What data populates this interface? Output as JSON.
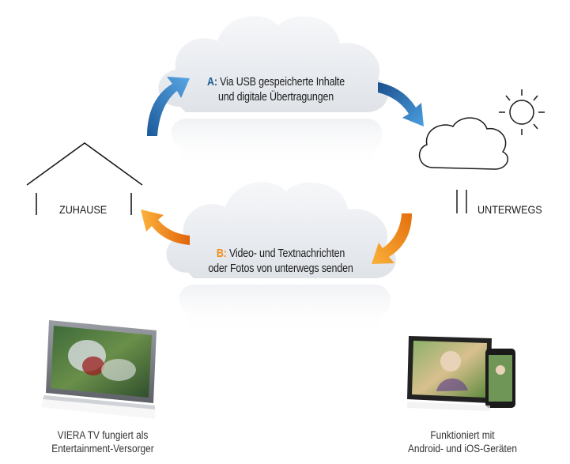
{
  "upload_label": {
    "key": "A:",
    "line1": "Via USB gespeicherte Inhalte",
    "line2": "und digitale Übertragungen"
  },
  "send_label": {
    "key": "B:",
    "line1": "Video- und Textnachrichten",
    "line2": "oder Fotos von unterwegs senden"
  },
  "home_label": "ZUHAUSE",
  "away_label": "UNTERWEGS",
  "tv_caption": {
    "line1": "VIERA TV fungiert als",
    "line2": "Entertainment-Versorger"
  },
  "device_caption": {
    "line1": "Funktioniert mit",
    "line2": "Android- und iOS-Geräten"
  },
  "colors": {
    "arrow_a": "#2f7fc6",
    "arrow_b": "#f28a12",
    "key_a": "#1f5d93",
    "key_b": "#f0901a"
  },
  "icons": [
    "house-icon",
    "cloud-sun-icon",
    "tv-image",
    "tablet-phone-image"
  ]
}
